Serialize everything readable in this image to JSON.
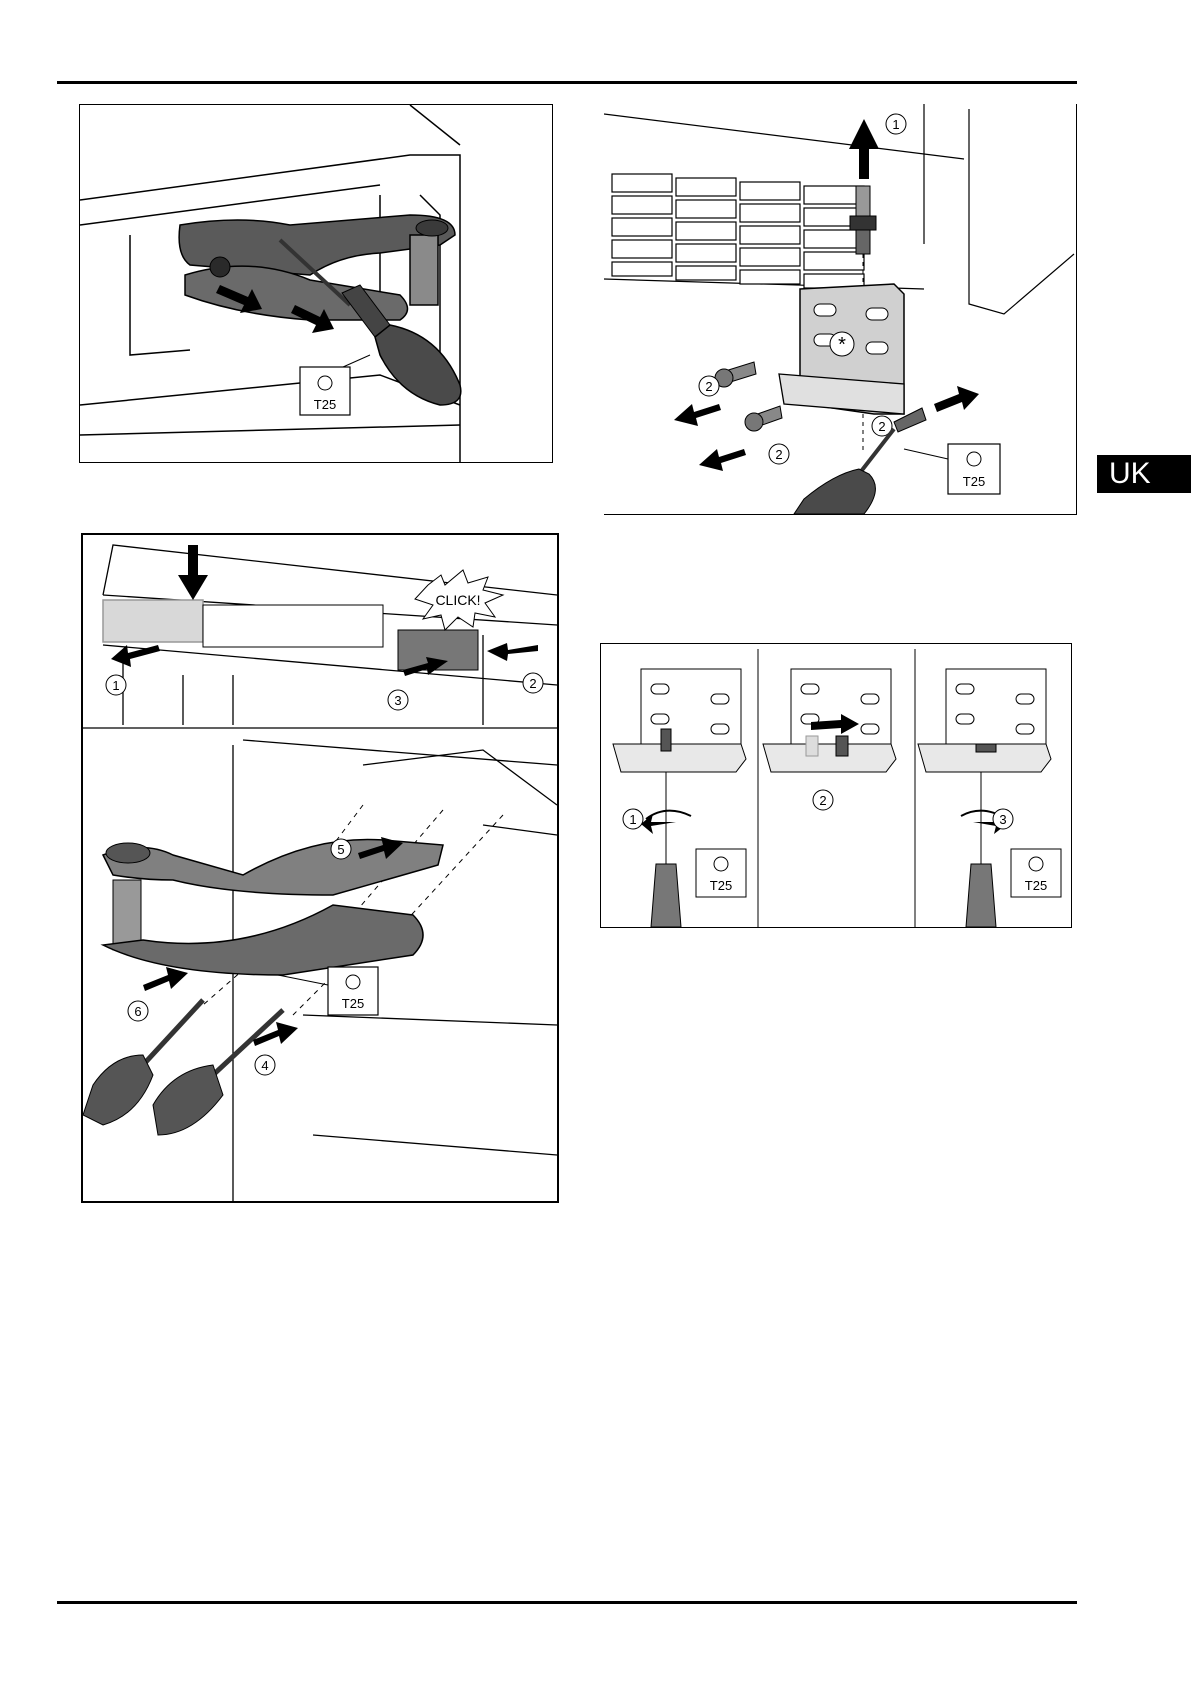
{
  "lang_tab": "UK",
  "figures": {
    "fig1": {
      "tool_label": "T25"
    },
    "fig2": {
      "tool_label": "T25",
      "step1": "1",
      "step2a": "2",
      "step2b": "2",
      "step2c": "2"
    },
    "fig3": {
      "click_label": "CLICK!",
      "s1": "1",
      "s2": "2",
      "s3": "3",
      "s4": "4",
      "s5": "5",
      "s6": "6",
      "tool_label": "T25"
    },
    "fig4": {
      "s1": "1",
      "s2": "2",
      "s3": "3",
      "tool_label_a": "T25",
      "tool_label_b": "T25"
    }
  },
  "icons": {
    "torx": "torx-icon",
    "arrow": "arrow-icon"
  },
  "colors": {
    "line": "#000000",
    "dark_part": "#555555",
    "mid_part": "#8a8a8a",
    "light_part": "#c8c8c8"
  }
}
